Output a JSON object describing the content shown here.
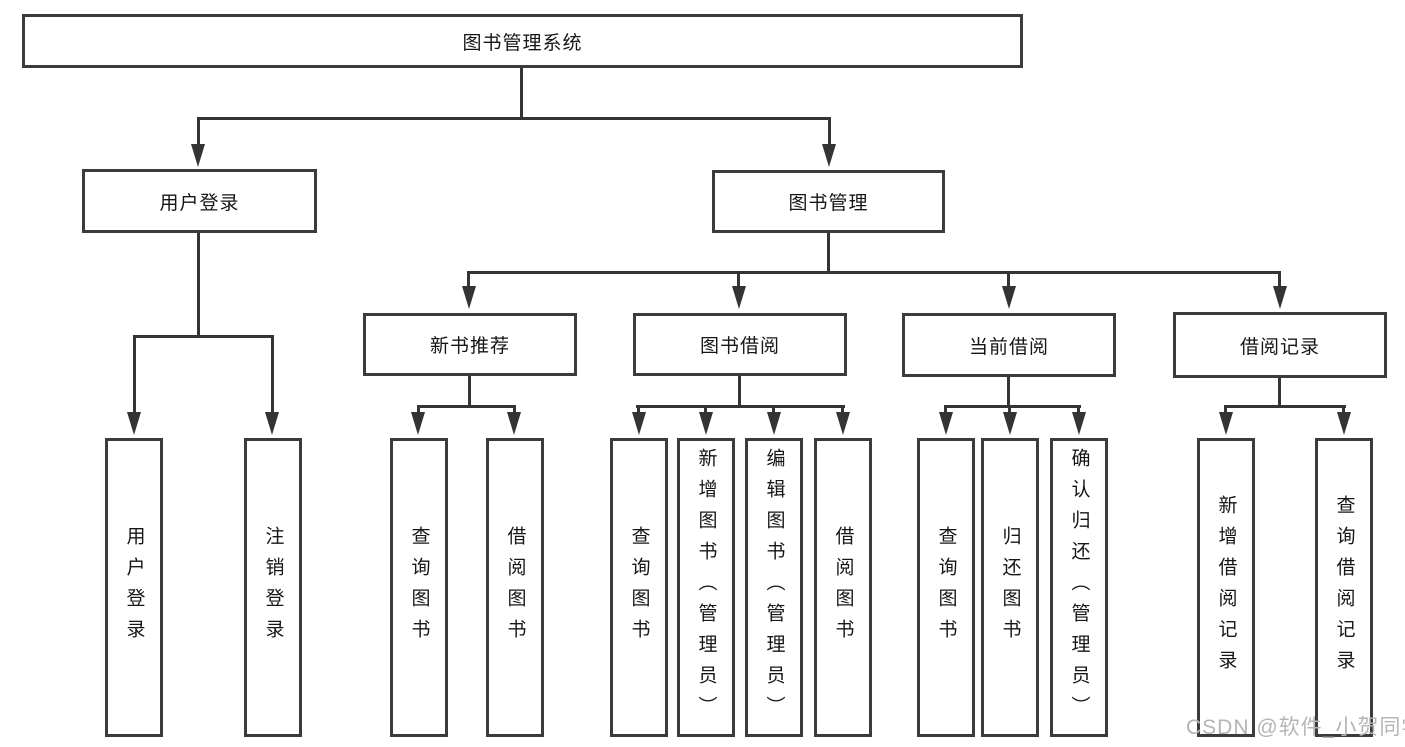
{
  "diagram": {
    "root": {
      "label": "图书管理系统",
      "children": [
        {
          "label": "用户登录",
          "children": [
            {
              "label": "用户登录"
            },
            {
              "label": "注销登录"
            }
          ]
        },
        {
          "label": "图书管理",
          "children": [
            {
              "label": "新书推荐",
              "children": [
                {
                  "label": "查询图书"
                },
                {
                  "label": "借阅图书"
                }
              ]
            },
            {
              "label": "图书借阅",
              "children": [
                {
                  "label": "查询图书"
                },
                {
                  "label": "新增图书（管理员）"
                },
                {
                  "label": "编辑图书（管理员）"
                },
                {
                  "label": "借阅图书"
                }
              ]
            },
            {
              "label": "当前借阅",
              "children": [
                {
                  "label": "查询图书"
                },
                {
                  "label": "归还图书"
                },
                {
                  "label": "确认归还（管理员）"
                }
              ]
            },
            {
              "label": "借阅记录",
              "children": [
                {
                  "label": "新增借阅记录"
                },
                {
                  "label": "查询借阅记录"
                }
              ]
            }
          ]
        }
      ]
    }
  },
  "watermark": {
    "text": "CSDN @软件_小贺同学"
  },
  "colors": {
    "background": "#ffffff",
    "box_border": "#3b3b3b",
    "line": "#343434",
    "text": "#161616",
    "watermark": "#b5b5b5"
  }
}
